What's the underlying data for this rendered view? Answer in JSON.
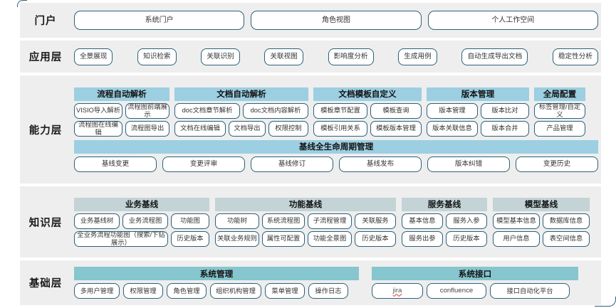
{
  "layers": [
    {
      "key": "portal",
      "label": "门户",
      "items": [
        "系统门户",
        "角色视图",
        "个人工作空间"
      ]
    },
    {
      "key": "application",
      "label": "应用层",
      "items": [
        "全景展现",
        "知识检索",
        "关联识别",
        "关联视图",
        "影响度分析",
        "生成用例",
        "自动生成导出文档",
        "稳定性分析"
      ]
    },
    {
      "key": "capability",
      "label": "能力层",
      "groups": [
        {
          "title": "流程自动解析",
          "rows": [
            [
              {
                "label": "VISIO导入解析",
                "w": 68
              },
              {
                "label": "流程图前端展示",
                "w": 62
              }
            ],
            [
              {
                "label": "流程图在线编辑",
                "w": 68
              },
              {
                "label": "流程图导出",
                "w": 62
              }
            ]
          ]
        },
        {
          "title": "文档自动解析",
          "rows": [
            [
              {
                "label": "doc文档章节解析",
                "w": 92
              },
              {
                "label": "doc文档内容解析",
                "w": 92
              }
            ],
            [
              {
                "label": "文档在线编辑",
                "w": 72
              },
              {
                "label": "文档导出",
                "w": 52
              },
              {
                "label": "权限控制",
                "w": 56
              }
            ]
          ]
        },
        {
          "title": "文档模板自定义",
          "rows": [
            [
              {
                "label": "模板章节配置",
                "w": 76
              },
              {
                "label": "模板查询",
                "w": 72
              }
            ],
            [
              {
                "label": "模板引用关系",
                "w": 76
              },
              {
                "label": "模板版本管理",
                "w": 72
              }
            ]
          ]
        },
        {
          "title": "版本管理",
          "rows": [
            [
              {
                "label": "版本管理",
                "w": 72
              },
              {
                "label": "版本比对",
                "w": 68
              }
            ],
            [
              {
                "label": "版本关联信息",
                "w": 72
              },
              {
                "label": "版本合并",
                "w": 68
              }
            ]
          ]
        },
        {
          "title": "全局配置",
          "rows": [
            [
              {
                "label": "标签管理/自定义",
                "w": 72
              }
            ],
            [
              {
                "label": "产品管理",
                "w": 72
              }
            ]
          ]
        }
      ],
      "lifecycle": {
        "title": "基线全生命周期管理",
        "items": [
          "基线变更",
          "变更评审",
          "基线修订",
          "基线发布",
          "版本纠错",
          "变更历史"
        ]
      }
    },
    {
      "key": "knowledge",
      "label": "知识层",
      "groups": [
        {
          "title": "业务基线",
          "rows": [
            [
              {
                "label": "业务基线树",
                "w": 64
              },
              {
                "label": "业务流程图",
                "w": 64
              },
              {
                "label": "功能图",
                "w": 54
              }
            ],
            [
              {
                "label": "全业务流程功能图（搜索/下钻展示）",
                "w": 132
              },
              {
                "label": "历史版本",
                "w": 54
              }
            ]
          ]
        },
        {
          "title": "功能基线",
          "rows": [
            [
              {
                "label": "功能树",
                "w": 62
              },
              {
                "label": "系统流程图",
                "w": 60
              },
              {
                "label": "子流程管理",
                "w": 62
              },
              {
                "label": "关联服务",
                "w": 58
              }
            ],
            [
              {
                "label": "关联业务规则",
                "w": 62
              },
              {
                "label": "属性可配置",
                "w": 60
              },
              {
                "label": "功能全景图",
                "w": 62
              },
              {
                "label": "历史版本",
                "w": 58
              }
            ]
          ]
        },
        {
          "title": "服务基线",
          "rows": [
            [
              {
                "label": "基本信息",
                "w": 58
              },
              {
                "label": "服务入参",
                "w": 58
              }
            ],
            [
              {
                "label": "服务出参",
                "w": 58
              },
              {
                "label": "历史版本",
                "w": 58
              }
            ]
          ]
        },
        {
          "title": "模型基线",
          "rows": [
            [
              {
                "label": "模型基本信息",
                "w": 66
              },
              {
                "label": "数据库信息",
                "w": 66
              }
            ],
            [
              {
                "label": "用户信息",
                "w": 66
              },
              {
                "label": "表空间信息",
                "w": 66
              }
            ]
          ]
        }
      ]
    },
    {
      "key": "foundation",
      "label": "基础层",
      "groups": [
        {
          "title": "系统管理",
          "rows": [
            [
              {
                "label": "多用户管理",
                "w": 64
              },
              {
                "label": "权限管理",
                "w": 56
              },
              {
                "label": "角色管理",
                "w": 56
              },
              {
                "label": "组织机构管理",
                "w": 72
              },
              {
                "label": "菜单管理",
                "w": 56
              },
              {
                "label": "操作日志",
                "w": 56
              }
            ]
          ]
        },
        {
          "title": "系统接口",
          "rows": [
            [
              {
                "label": "jira",
                "w": 72,
                "style": "spell"
              },
              {
                "label": "confluence",
                "w": 84,
                "style": "latin"
              },
              {
                "label": "接口自动化平台",
                "w": 112
              }
            ]
          ]
        }
      ]
    }
  ],
  "colors": {
    "band_bg": "#eeeeee",
    "pill_border": "#2f6079",
    "head_blue": "#9ccfe2",
    "head_gray": "#c3d3d6",
    "head_teal": "#86c6ce"
  }
}
